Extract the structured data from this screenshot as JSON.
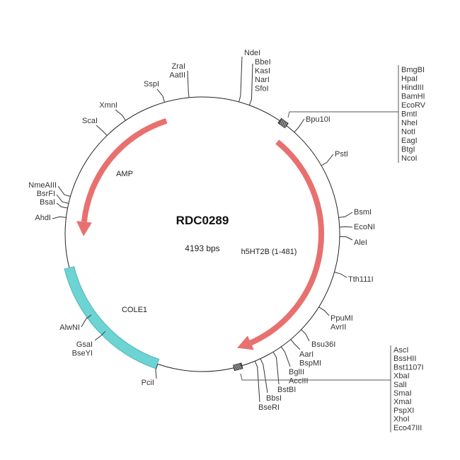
{
  "plasmid": {
    "name": "RDC0289",
    "size_label": "4193 bps"
  },
  "features": [
    {
      "name": "AMP",
      "color": "#e8706f"
    },
    {
      "name": "h5HT2B (1-481)",
      "color": "#e8706f"
    },
    {
      "name": "COLE1",
      "color": "#6dd3d3"
    }
  ],
  "sites": [
    {
      "names": [
        "ZraI",
        "AatII"
      ]
    },
    {
      "names": [
        "SspI"
      ]
    },
    {
      "names": [
        "XmnI"
      ]
    },
    {
      "names": [
        "ScaI"
      ]
    },
    {
      "names": [
        "NmeAIII"
      ]
    },
    {
      "names": [
        "BsrFI"
      ]
    },
    {
      "names": [
        "BsaI"
      ]
    },
    {
      "names": [
        "AhdI"
      ]
    },
    {
      "names": [
        "AlwNI"
      ]
    },
    {
      "names": [
        "GsaI",
        "BseYI"
      ]
    },
    {
      "names": [
        "PciI"
      ]
    },
    {
      "names": [
        "BseRI"
      ]
    },
    {
      "names": [
        "BbsI"
      ]
    },
    {
      "names": [
        "BstBI"
      ]
    },
    {
      "names": [
        "BglII",
        "AccIII"
      ]
    },
    {
      "names": [
        "AarI",
        "BspMI"
      ]
    },
    {
      "names": [
        "Bsu36I"
      ]
    },
    {
      "names": [
        "PpuMI",
        "AvrII"
      ]
    },
    {
      "names": [
        "Tth111I"
      ]
    },
    {
      "names": [
        "AleI"
      ]
    },
    {
      "names": [
        "EcoNI"
      ]
    },
    {
      "names": [
        "BsmI"
      ]
    },
    {
      "names": [
        "PstI"
      ]
    },
    {
      "names": [
        "Bpu10I"
      ]
    },
    {
      "names": [
        "NdeI"
      ]
    },
    {
      "names": [
        "BbeI",
        "KasI",
        "NarI",
        "SfoI"
      ]
    }
  ],
  "mcs_top": [
    "BmgBI",
    "HpaI",
    "HindIII",
    "BamHI",
    "EcoRV",
    "BmtI",
    "NheI",
    "NotI",
    "EagI",
    "BtgI",
    "NcoI"
  ],
  "mcs_bottom": [
    "AscI",
    "BssHII",
    "Bst1107I",
    "XbaI",
    "SalI",
    "SmaI",
    "XmaI",
    "PspXI",
    "XhoI",
    "Eco47III"
  ]
}
